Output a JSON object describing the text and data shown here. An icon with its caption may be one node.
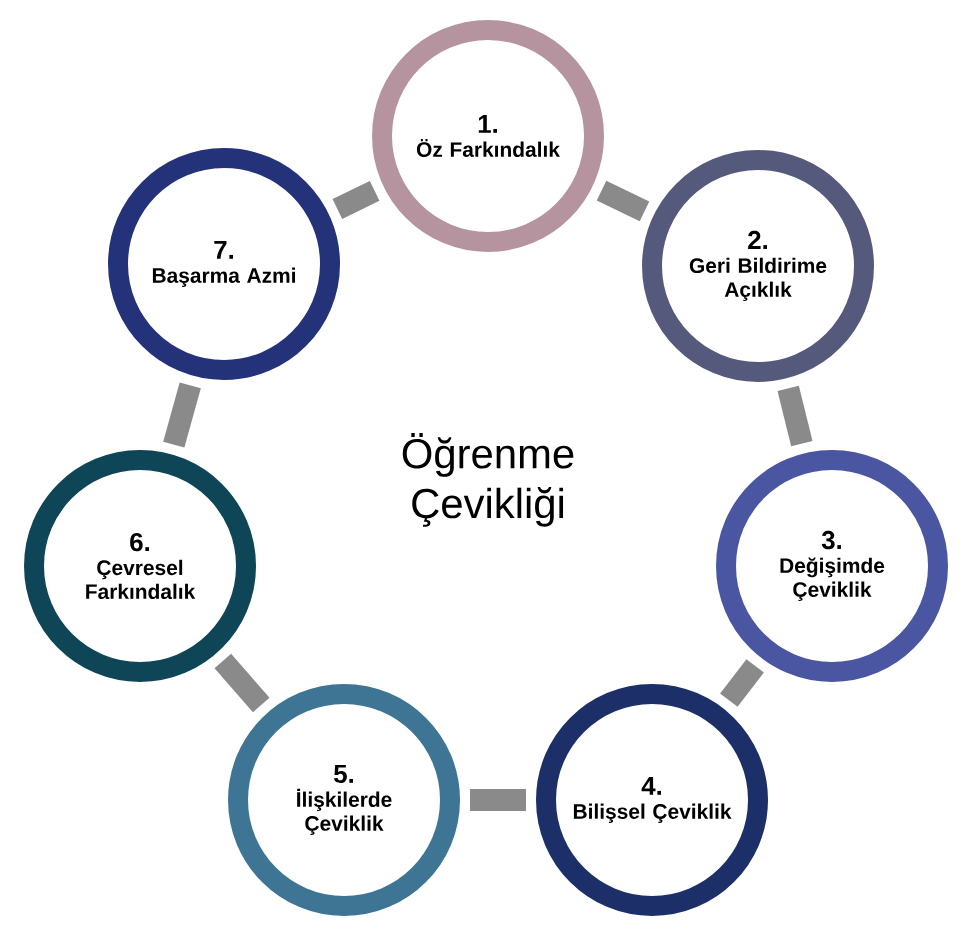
{
  "diagram": {
    "nodes": [
      {
        "text": [
          "1.",
          "Öz Farkındalık"
        ]
      },
      {
        "text": [
          "2.",
          "Geri Bildirime Açıklık"
        ]
      },
      {
        "text": [
          "3.",
          "Değişimde Çeviklik"
        ]
      },
      {
        "text": [
          "4.",
          "Bilişsel Çeviklik"
        ]
      },
      {
        "text": [
          "5.",
          "İlişkilerde Çeviklik"
        ]
      },
      {
        "text": [
          "6.",
          "Çevresel Farkındalık"
        ]
      },
      {
        "text": [
          "7.",
          "Başarma Azmi"
        ]
      }
    ],
    "edges": [
      {
        "from": 0,
        "to": 1,
        "arrow": "none"
      },
      {
        "from": 1,
        "to": 2,
        "arrow": "none"
      },
      {
        "from": 2,
        "to": 3,
        "arrow": "none"
      },
      {
        "from": 3,
        "to": 4,
        "arrow": "none"
      },
      {
        "from": 4,
        "to": 5,
        "arrow": "none"
      },
      {
        "from": 5,
        "to": 6,
        "arrow": "none"
      },
      {
        "from": 6,
        "to": 0,
        "arrow": "none"
      }
    ],
    "labels": [
      "Öğrenme Çevikliği"
    ]
  }
}
